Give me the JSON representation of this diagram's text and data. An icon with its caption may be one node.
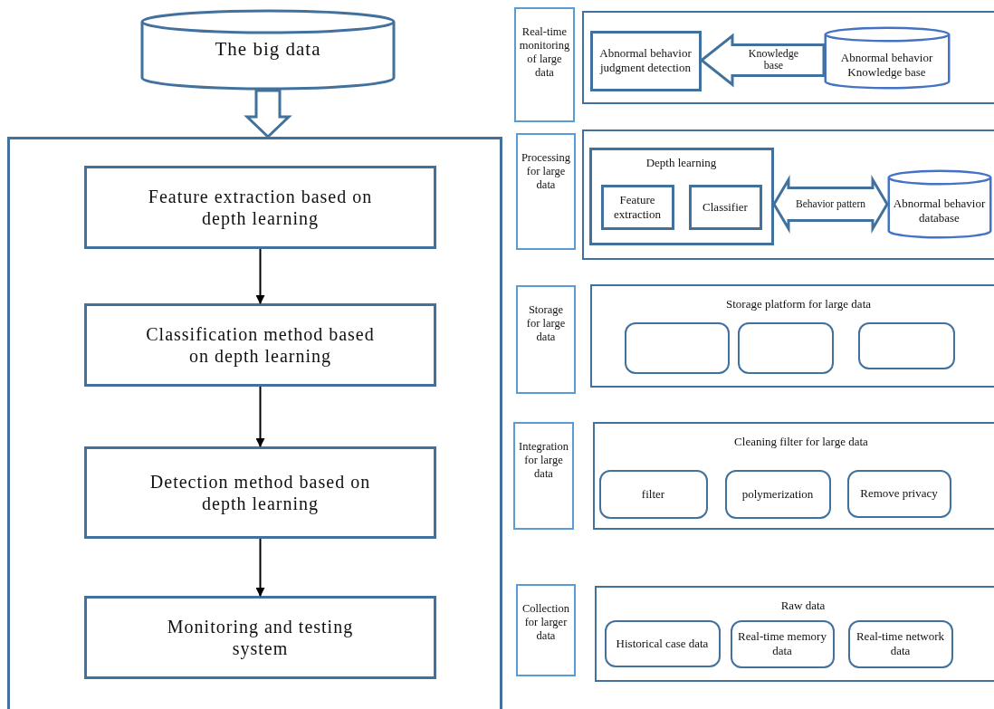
{
  "diagram": {
    "nodes": [
      {
        "text": [
          "The big data"
        ]
      },
      {
        "text": [],
        "shape": "box"
      },
      {
        "text": [
          "Feature extraction based on depth learning"
        ],
        "in": 1
      },
      {
        "text": [
          "Classification method based on depth learning"
        ],
        "in": 1
      },
      {
        "text": [
          "Detection method based on depth learning"
        ],
        "in": 1
      },
      {
        "text": [
          "Monitoring and testing system"
        ],
        "in": 1
      },
      {
        "text": [
          "Real-time monitoring of large data"
        ]
      },
      {
        "text": [],
        "shape": "box"
      },
      {
        "text": [
          "Abnormal behavior judgment detection"
        ],
        "in": 7
      },
      {
        "text": [
          "Abnormal behavior Knowledge base"
        ],
        "in": 7
      },
      {
        "text": [
          "Processing for large data"
        ]
      },
      {
        "text": [],
        "shape": "box"
      },
      {
        "text": [
          "Depth learning"
        ],
        "in": 11
      },
      {
        "text": [
          "Feature extraction"
        ],
        "in": 12
      },
      {
        "text": [
          "Classifier"
        ],
        "in": 12
      },
      {
        "text": [
          "Abnormal behavior database"
        ],
        "in": 11
      },
      {
        "text": [
          "Storage for large data"
        ]
      },
      {
        "text": [
          "Storage platform for large data"
        ]
      },
      {
        "text": [],
        "shape": "box",
        "in": 17
      },
      {
        "text": [],
        "shape": "box",
        "in": 17
      },
      {
        "text": [],
        "shape": "box",
        "in": 17
      },
      {
        "text": [
          "Integration for large data"
        ]
      },
      {
        "text": [
          "Cleaning filter for large data"
        ]
      },
      {
        "text": [
          "filter"
        ],
        "in": 22
      },
      {
        "text": [
          "polymerization"
        ],
        "in": 22
      },
      {
        "text": [
          "Remove privacy"
        ],
        "in": 22
      },
      {
        "text": [
          "Collection for larger data"
        ]
      },
      {
        "text": [
          "Raw data"
        ]
      },
      {
        "text": [
          "Historical case data"
        ],
        "in": 27
      },
      {
        "text": [
          "Real-time memory data"
        ],
        "in": 27
      },
      {
        "text": [
          "Real-time network data"
        ],
        "in": 27
      }
    ],
    "edges": [
      {
        "from": 0,
        "to": 1,
        "arrow": "to",
        "style": "thick"
      },
      {
        "from": 2,
        "to": 3,
        "arrow": "to"
      },
      {
        "from": 3,
        "to": 4,
        "arrow": "to"
      },
      {
        "from": 4,
        "to": 5,
        "arrow": "to"
      },
      {
        "from": 9,
        "to": 8,
        "arrow": "to",
        "label": "Knowledge base",
        "style": "thick"
      },
      {
        "from": 12,
        "to": 15,
        "arrow": "both",
        "label": "Behavior pattern",
        "style": "thick"
      }
    ]
  }
}
